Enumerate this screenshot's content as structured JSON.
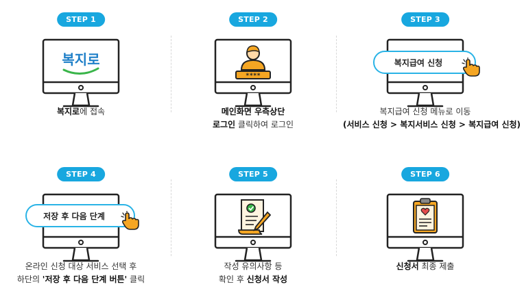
{
  "steps": [
    {
      "label": "STEP 1",
      "caption_bold": "복지로",
      "caption_rest": "에 접속",
      "screen_logo": "복지로"
    },
    {
      "label": "STEP 2",
      "caption_line1": "메인화면 우측상단",
      "caption_line2_bold": "로그인",
      "caption_line2_rest": " 클릭하여 로그인",
      "password_mask": "****"
    },
    {
      "label": "STEP 3",
      "callout": "복지급여 신청",
      "caption_line1": "복지급여 신청 메뉴로 이동",
      "caption_line2": "(서비스 신청 > 복지서비스 신청 > 복지급여 신청)"
    },
    {
      "label": "STEP 4",
      "callout": "저장 후 다음 단계",
      "caption_line1": "온라인 신청 대상 서비스 선택 후",
      "caption_line2_pre": "하단의 ",
      "caption_line2_bold": "'저장 후 다음 단계 버튼'",
      "caption_line2_post": " 클릭"
    },
    {
      "label": "STEP 5",
      "caption_line1": "작성 유의사항 등",
      "caption_line2_pre": "확인 후 ",
      "caption_line2_bold": "신청서 작성"
    },
    {
      "label": "STEP 6",
      "caption_bold": "신청서",
      "caption_rest": " 최종 제출"
    }
  ],
  "colors": {
    "accent": "#18a7df",
    "outline": "#222222",
    "orange": "#f5a623",
    "green": "#3ab54a",
    "red": "#e34b4b"
  }
}
